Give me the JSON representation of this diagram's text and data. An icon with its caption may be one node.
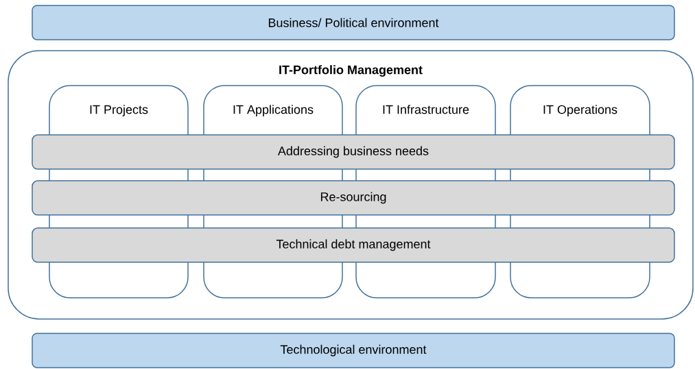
{
  "diagram": {
    "nodes": [
      {
        "text": [
          "Business/ Political environment"
        ]
      },
      {
        "text": [
          "IT-Portfolio Management"
        ]
      },
      {
        "text": [
          "IT Projects"
        ],
        "in": 1
      },
      {
        "text": [
          "IT Applications"
        ],
        "in": 1
      },
      {
        "text": [
          "IT Infrastructure"
        ],
        "in": 1
      },
      {
        "text": [
          "IT Operations"
        ],
        "in": 1
      },
      {
        "text": [
          "Addressing business needs"
        ],
        "in": 1
      },
      {
        "text": [
          "Re-sourcing"
        ],
        "in": 1
      },
      {
        "text": [
          "Technical debt management"
        ],
        "in": 1
      },
      {
        "text": [
          "Technological environment"
        ]
      }
    ]
  }
}
